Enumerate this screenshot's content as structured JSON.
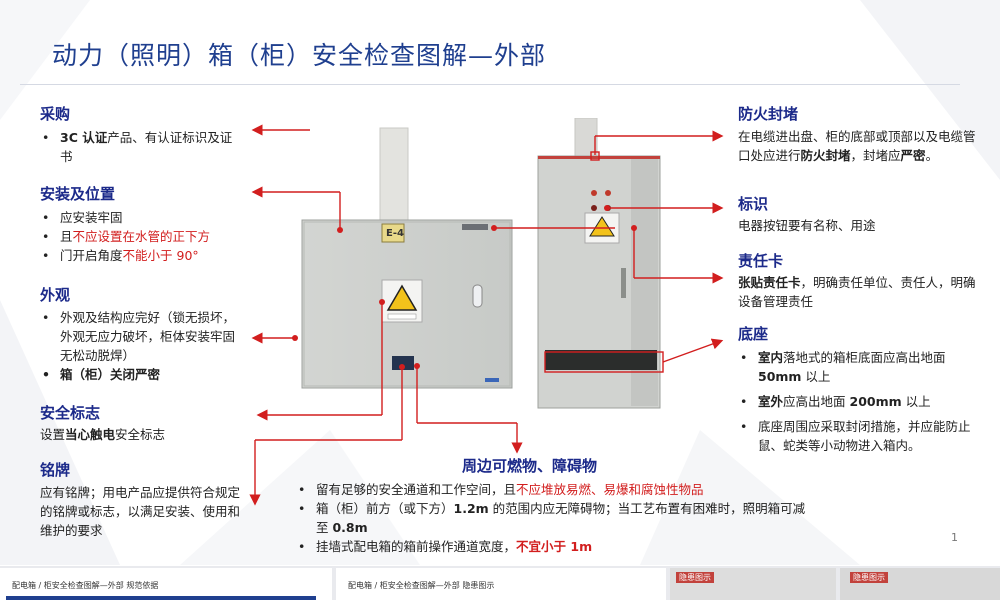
{
  "title": "动力（照明）箱（柜）安全检查图解—外部",
  "page_number": "1",
  "left": {
    "purchase": {
      "heading": "采购",
      "item_bold": "3C 认证",
      "item_rest": "产品、有认证标识及证书"
    },
    "install": {
      "heading": "安装及位置",
      "item1": "应安装牢固",
      "item2_pre": "且",
      "item2_red": "不应设置在水管的正下方",
      "item3_pre": "门开启角度",
      "item3_red": "不能小于 90°"
    },
    "appearance": {
      "heading": "外观",
      "item1": "外观及结构应完好（锁无损坏，外观无应力破坏，柜体安装牢固无松动脱焊）",
      "item2": "箱（柜）关闭严密"
    },
    "safety_sign": {
      "heading": "安全标志",
      "text_pre": "设置",
      "text_bold": "当心触电",
      "text_post": "安全标志"
    },
    "nameplate": {
      "heading": "铭牌",
      "text": "应有铭牌；用电产品应提供符合规定的铭牌或标志，以满足安装、使用和维护的要求"
    }
  },
  "right": {
    "fire_seal": {
      "heading": "防火封堵",
      "text_pre": "在电缆进出盘、柜的底部或顶部以及电缆管口处应进行",
      "text_bold1": "防火封堵",
      "text_mid": "，封堵应",
      "text_bold2": "严密",
      "text_post": "。"
    },
    "marking": {
      "heading": "标识",
      "text": "电器按钮要有名称、用途"
    },
    "resp_card": {
      "heading": "责任卡",
      "text_bold": "张贴责任卡",
      "text_post": "，明确责任单位、责任人，明确设备管理责任"
    },
    "base": {
      "heading": "底座",
      "item1_bold": "室内",
      "item1_mid": "落地式的箱柜底面应高出地面 ",
      "item1_bold2": "50mm",
      "item1_post": " 以上",
      "item2_bold": "室外",
      "item2_mid": "应高出地面 ",
      "item2_bold2": "200mm",
      "item2_post": " 以上",
      "item3": "底座周围应采取封闭措施，并应能防止鼠、蛇类等小动物进入箱内。"
    }
  },
  "bottom": {
    "heading": "周边可燃物、障碍物",
    "item1_pre": "留有足够的安全通道和工作空间，且",
    "item1_red": "不应堆放易燃、易爆和腐蚀性物品",
    "item2_pre": "箱（柜）前方（或下方）",
    "item2_bold": "1.2m",
    "item2_mid": " 的范围内应无障碍物；当工艺布置有困难时，照明箱可减至 ",
    "item2_bold2": "0.8m",
    "item3_pre": "挂墙式配电箱的箱前操作通道宽度，",
    "item3_red": "不宜小于 1m"
  },
  "cabinet_label": "E-4",
  "thumbnails": [
    {
      "caption": "配电箱 / 柜安全检查图解—外部 规范依据"
    },
    {
      "caption": "配电箱 / 柜安全检查图解—外部 隐患图示"
    },
    {
      "caption": "隐患图示"
    },
    {
      "caption": "隐患图示"
    }
  ],
  "colors": {
    "heading": "#1c2a8a",
    "title": "#1f3f8f",
    "accent_red": "#d21e1e"
  }
}
